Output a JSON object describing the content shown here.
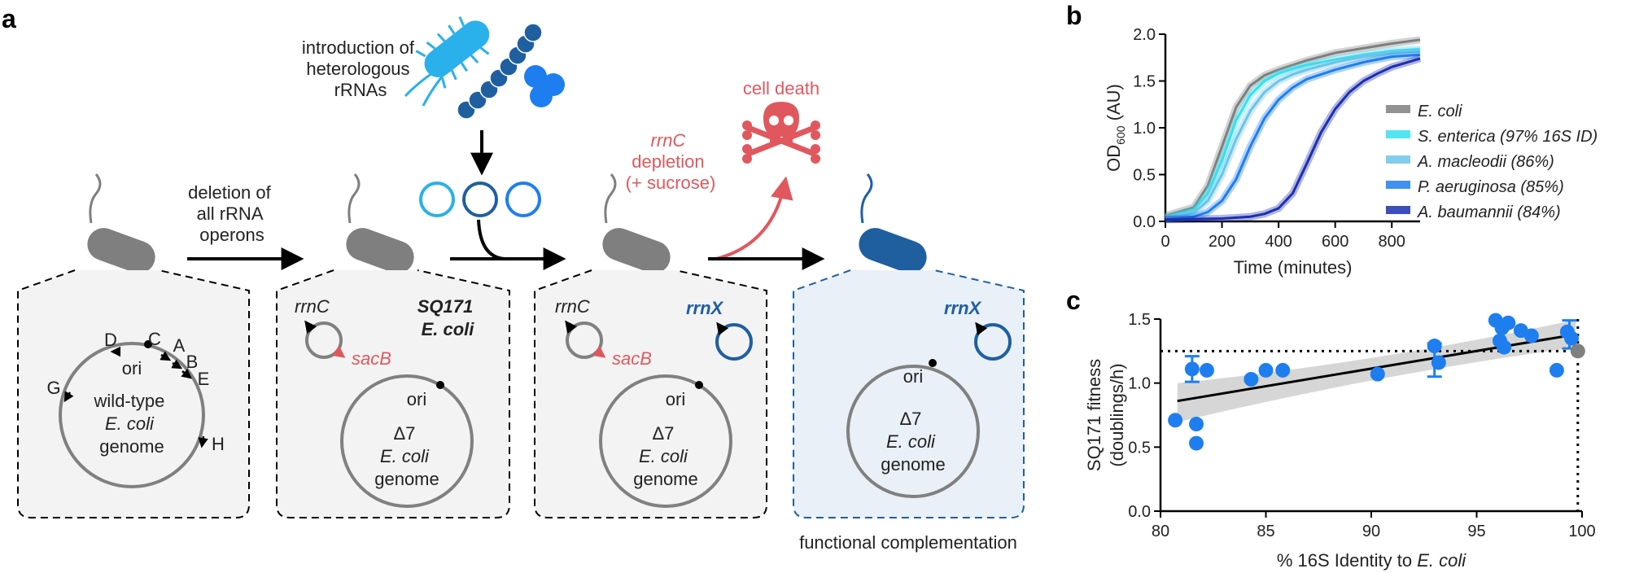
{
  "colors": {
    "grey": "#7f7f7f",
    "dark_grey": "#555555",
    "panel_fill": "#f3f3f3",
    "blue_panel_fill": "#e9f0f8",
    "red": "#e0585e",
    "dark_blue": "#1f5fa0",
    "sky": "#2ab0ea",
    "mid_blue": "#2a74d6",
    "bright_blue": "#1e7ef0",
    "navy": "#1c2fb0",
    "cyan": "#36e0f0",
    "light_blue": "#6cc4e8"
  },
  "panel_a": {
    "letter": "a",
    "introduction_label": [
      "introduction of",
      "heterologous",
      "rRNAs"
    ],
    "deletion_label": [
      "deletion of",
      "all rRNA",
      "operons"
    ],
    "cell_death_label": "cell death",
    "rrnc_depletion_label": [
      "rrnC",
      "depletion",
      "(+ sucrose)"
    ],
    "functional_complementation": "functional complementation",
    "box1": {
      "operons": [
        "D",
        "C",
        "A",
        "B",
        "E",
        "G",
        "H"
      ],
      "ori": "ori",
      "genome": [
        "wild-type",
        "E. coli",
        "genome"
      ]
    },
    "box2": {
      "rrnc": "rrnC",
      "sacb": "sacB",
      "strain": [
        "SQ171",
        "E. coli"
      ],
      "ori": "ori",
      "genome": [
        "Δ7",
        "E. coli",
        "genome"
      ]
    },
    "box3": {
      "rrnc": "rrnC",
      "sacb": "sacB",
      "rrnx": "rrnX",
      "ori": "ori",
      "genome": [
        "Δ7",
        "E. coli",
        "genome"
      ]
    },
    "box4": {
      "rrnx": "rrnX",
      "ori": "ori",
      "genome": [
        "Δ7",
        "E. coli",
        "genome"
      ]
    }
  },
  "panel_b": {
    "letter": "b",
    "chart_data": {
      "type": "line",
      "xlabel": "Time (minutes)",
      "ylabel": "OD600 (AU)",
      "ylabel_main": "OD",
      "ylabel_sub": "600",
      "ylabel_tail": " (AU)",
      "xlim": [
        0,
        900
      ],
      "ylim": [
        0,
        2.0
      ],
      "xticks": [
        0,
        200,
        400,
        600,
        800
      ],
      "yticks": [
        0.0,
        0.5,
        1.0,
        1.5,
        2.0
      ],
      "ytick_labels": [
        "0.0",
        "0.5",
        "1.0",
        "1.5",
        "2.0"
      ],
      "legend_position": "right",
      "series": [
        {
          "name": "E. coli",
          "color": "#7f7f7f",
          "x": [
            0,
            100,
            150,
            200,
            250,
            300,
            350,
            400,
            450,
            500,
            600,
            700,
            800,
            900
          ],
          "y": [
            0.06,
            0.15,
            0.38,
            0.8,
            1.22,
            1.45,
            1.56,
            1.62,
            1.67,
            1.72,
            1.8,
            1.85,
            1.9,
            1.94
          ]
        },
        {
          "name": "S. enterica (97% 16S ID)",
          "color": "#36e0f0",
          "x": [
            0,
            100,
            150,
            200,
            250,
            300,
            350,
            400,
            450,
            500,
            600,
            700,
            800,
            900
          ],
          "y": [
            0.04,
            0.12,
            0.3,
            0.65,
            1.08,
            1.35,
            1.5,
            1.58,
            1.63,
            1.67,
            1.73,
            1.78,
            1.82,
            1.84
          ]
        },
        {
          "name": "A. macleodii (86%)",
          "color": "#6cc4e8",
          "x": [
            0,
            100,
            150,
            200,
            250,
            300,
            350,
            400,
            450,
            500,
            600,
            700,
            800,
            900
          ],
          "y": [
            0.03,
            0.09,
            0.22,
            0.5,
            0.88,
            1.18,
            1.38,
            1.5,
            1.57,
            1.62,
            1.7,
            1.76,
            1.8,
            1.82
          ]
        },
        {
          "name": "P. aeruginosa (85%)",
          "color": "#1e7ef0",
          "x": [
            0,
            100,
            150,
            200,
            250,
            300,
            350,
            400,
            450,
            500,
            600,
            700,
            800,
            900
          ],
          "y": [
            0.02,
            0.05,
            0.1,
            0.22,
            0.45,
            0.8,
            1.1,
            1.3,
            1.43,
            1.52,
            1.62,
            1.7,
            1.76,
            1.78
          ]
        },
        {
          "name": "A. baumannii (84%)",
          "color": "#1c2fb0",
          "x": [
            0,
            200,
            300,
            350,
            400,
            450,
            500,
            550,
            600,
            650,
            700,
            750,
            800,
            900
          ],
          "y": [
            0.02,
            0.03,
            0.05,
            0.08,
            0.14,
            0.3,
            0.62,
            0.95,
            1.2,
            1.38,
            1.5,
            1.58,
            1.65,
            1.74
          ]
        }
      ]
    }
  },
  "panel_c": {
    "letter": "c",
    "chart_data": {
      "type": "scatter",
      "xlabel_prefix": "% 16S Identity to ",
      "xlabel_italic": "E. coli",
      "ylabel": [
        "SQ171 fitness",
        "(doublings/h)"
      ],
      "xlim": [
        80,
        100
      ],
      "ylim": [
        0,
        1.5
      ],
      "xticks": [
        80,
        85,
        90,
        95,
        100
      ],
      "yticks": [
        0.0,
        0.5,
        1.0,
        1.5
      ],
      "ytick_labels": [
        "0.0",
        "0.5",
        "1.0",
        "1.5"
      ],
      "reference_x": 99.8,
      "reference_y": 1.25,
      "fit_line": {
        "x": [
          80.8,
          99.7
        ],
        "y": [
          0.86,
          1.38
        ]
      },
      "points": [
        {
          "x": 80.7,
          "y": 0.71
        },
        {
          "x": 81.5,
          "y": 1.11
        },
        {
          "x": 81.7,
          "y": 0.68
        },
        {
          "x": 81.7,
          "y": 0.53
        },
        {
          "x": 82.2,
          "y": 1.1
        },
        {
          "x": 84.3,
          "y": 1.03
        },
        {
          "x": 85.0,
          "y": 1.1
        },
        {
          "x": 85.8,
          "y": 1.1
        },
        {
          "x": 90.3,
          "y": 1.07
        },
        {
          "x": 93.0,
          "y": 1.29
        },
        {
          "x": 93.2,
          "y": 1.16
        },
        {
          "x": 95.9,
          "y": 1.49
        },
        {
          "x": 96.1,
          "y": 1.33
        },
        {
          "x": 96.2,
          "y": 1.43
        },
        {
          "x": 96.3,
          "y": 1.28
        },
        {
          "x": 96.5,
          "y": 1.47
        },
        {
          "x": 97.1,
          "y": 1.41
        },
        {
          "x": 97.6,
          "y": 1.37
        },
        {
          "x": 98.8,
          "y": 1.1
        },
        {
          "x": 99.3,
          "y": 1.4
        },
        {
          "x": 99.5,
          "y": 1.35
        }
      ],
      "error_bars": [
        {
          "x": 81.5,
          "y": 1.11,
          "lo": 1.01,
          "hi": 1.21
        },
        {
          "x": 93.0,
          "y": 1.29,
          "lo": 1.05,
          "hi": 1.31
        },
        {
          "x": 99.4,
          "y": 1.38,
          "lo": 1.27,
          "hi": 1.49
        }
      ],
      "reference_point": {
        "x": 99.8,
        "y": 1.25,
        "color": "#7f7f7f"
      },
      "point_color": "#1e7ef0"
    }
  }
}
